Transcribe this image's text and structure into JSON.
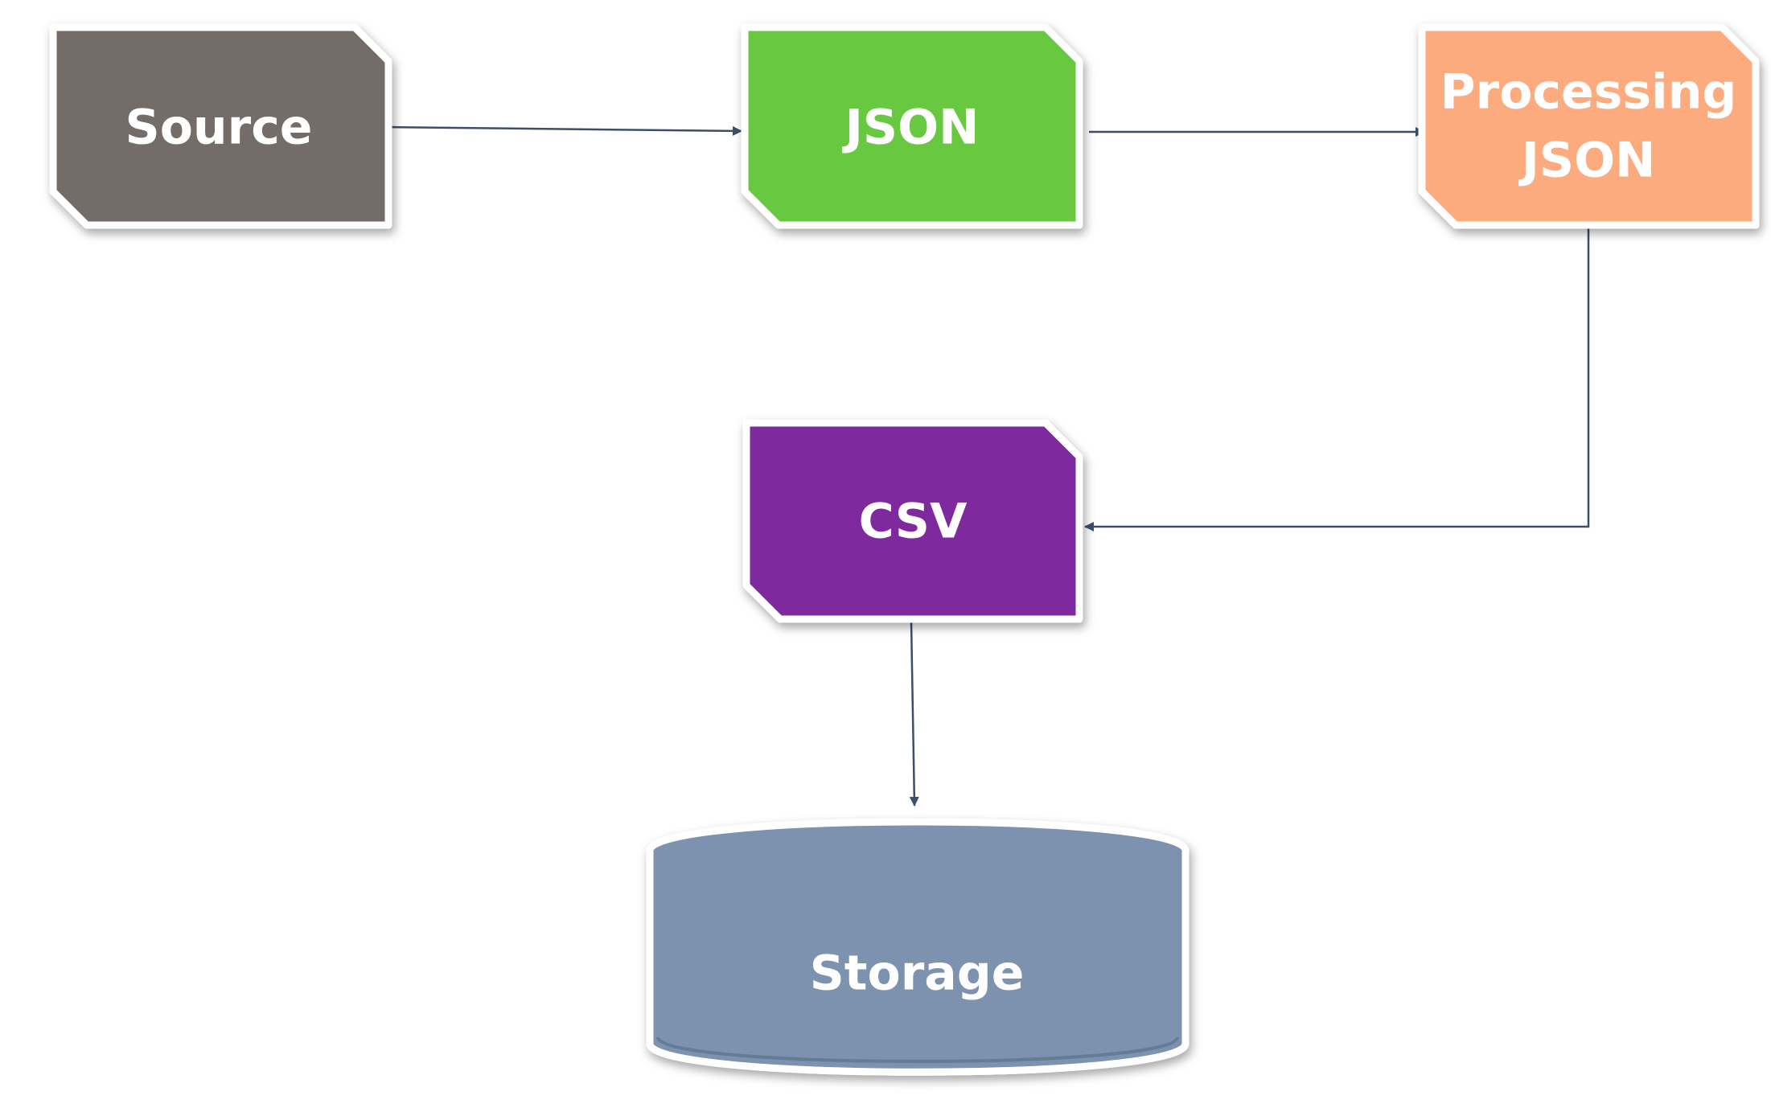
{
  "diagram": {
    "nodes": {
      "source": {
        "label": "Source",
        "color": "#736c69"
      },
      "json": {
        "label": "JSON",
        "color": "#68c840"
      },
      "processing": {
        "line1": "Processing",
        "line2": "JSON",
        "color": "#fcab7e"
      },
      "csv": {
        "label": "CSV",
        "color": "#7e2a9e"
      },
      "storage": {
        "label": "Storage",
        "color": "#7b92ae"
      }
    },
    "edges": [
      {
        "from": "Source",
        "to": "JSON"
      },
      {
        "from": "JSON",
        "to": "Processing JSON"
      },
      {
        "from": "Processing JSON",
        "to": "CSV"
      },
      {
        "from": "CSV",
        "to": "Storage"
      }
    ],
    "colors": {
      "connector": "#3b5068",
      "node_border": "#ffffff"
    }
  }
}
